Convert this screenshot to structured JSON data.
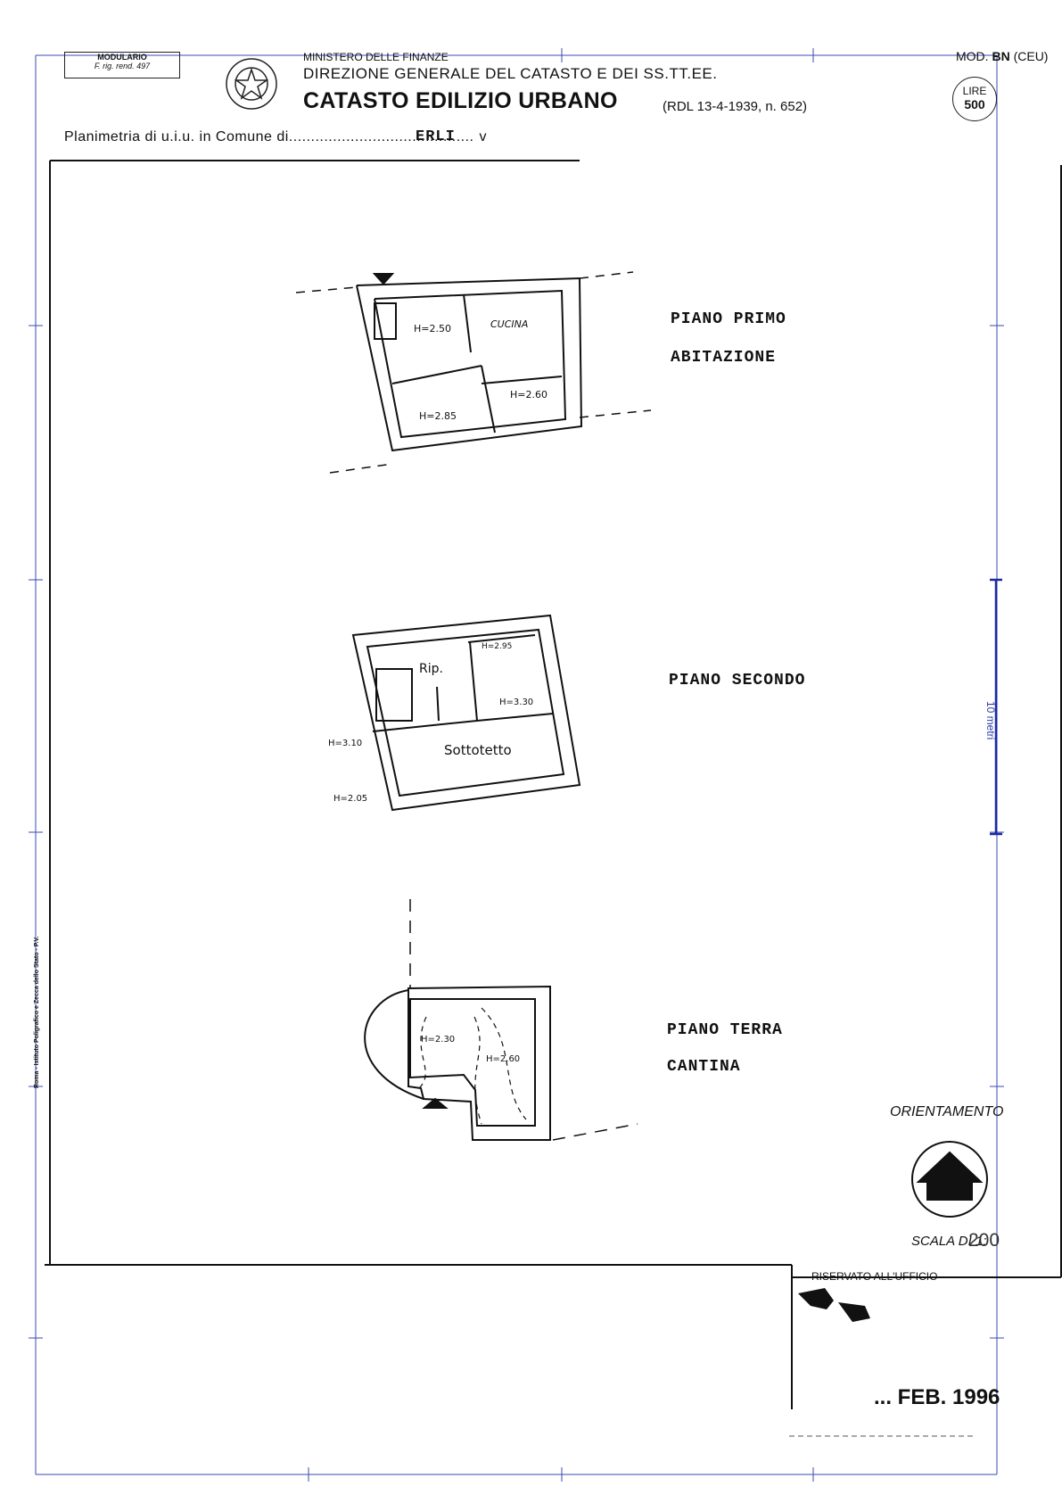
{
  "header": {
    "form_label_1": "MODULARIO",
    "form_label_2": "F. rig. rend. 497",
    "ministry": "MINISTERO DELLE FINANZE",
    "directorate": "DIREZIONE GENERALE DEL CATASTO E DEI SS.TT.EE.",
    "title": "CATASTO EDILIZIO URBANO",
    "law_ref": "(RDL 13-4-1939, n. 652)",
    "model_prefix": "MOD.",
    "model_code": "BN",
    "model_suffix": "(CEU)",
    "price_label": "LIRE",
    "price_value": "500"
  },
  "document": {
    "plan_label": "Planimetria di u.i.u. in Comune di",
    "dots": "..........................................",
    "comune": "ERLI",
    "trailing": "v"
  },
  "floors": [
    {
      "name": "PIANO PRIMO",
      "use": "ABITAZIONE"
    },
    {
      "name": "PIANO SECONDO",
      "use": ""
    },
    {
      "name": "PIANO TERRA",
      "use": "CANTINA"
    }
  ],
  "rooms": {
    "p1_h1": "H=2.50",
    "p1_cucina": "CUCINA",
    "p1_h2": "H=2.85",
    "p1_h3": "H=2.60",
    "p2_rip": "Rip.",
    "p2_h_top": "H=2.95",
    "p2_h_mid": "H=3.30",
    "p2_h_left": "H=3.10",
    "p2_sottotetto": "Sottotetto",
    "p2_h_bottom": "H=2.05",
    "pt_h1": "H=2.30",
    "pt_h2": "H=2.60"
  },
  "scale_bar": {
    "label": "10 metri"
  },
  "orientation": {
    "label": "ORIENTAMENTO"
  },
  "scale": {
    "prefix": "SCALA DI 1:",
    "value": "200"
  },
  "office": {
    "label": "RISERVATO ALL'UFFICIO",
    "date_stamp": "... FEB. 1996"
  },
  "side_note": "Roma - Istituto Poligrafico e Zecca dello Stato - P.V."
}
